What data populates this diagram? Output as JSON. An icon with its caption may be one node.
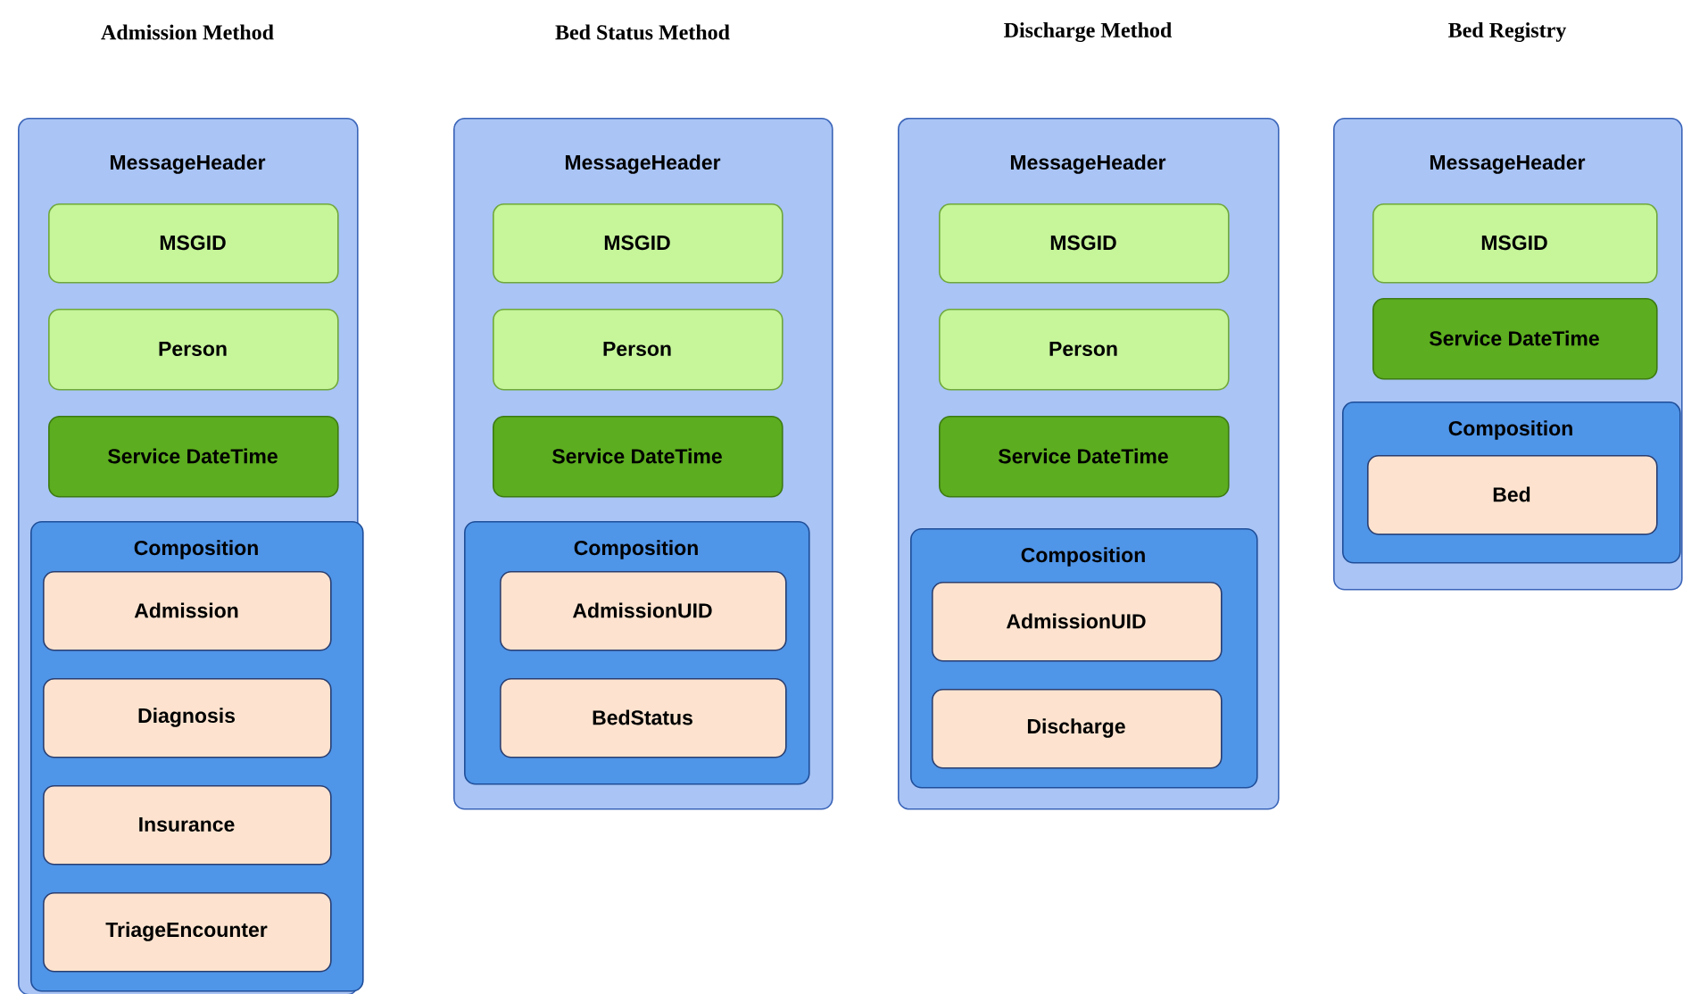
{
  "diagram": {
    "nodes": [
      {
        "text": [
          "Admission Method",
          "MessageHeader"
        ]
      },
      {
        "text": [
          "MSGID"
        ],
        "in": 0
      },
      {
        "text": [
          "Person"
        ],
        "in": 0
      },
      {
        "text": [
          "Service DateTime"
        ],
        "in": 0
      },
      {
        "text": [
          "Composition"
        ],
        "in": 0
      },
      {
        "text": [
          "Admission"
        ],
        "in": 4
      },
      {
        "text": [
          "Diagnosis"
        ],
        "in": 4
      },
      {
        "text": [
          "Insurance"
        ],
        "in": 4
      },
      {
        "text": [
          "TriageEncounter"
        ],
        "in": 4
      },
      {
        "text": [
          "Bed Status Method",
          "MessageHeader"
        ]
      },
      {
        "text": [
          "MSGID"
        ],
        "in": 9
      },
      {
        "text": [
          "Person"
        ],
        "in": 9
      },
      {
        "text": [
          "Service DateTime"
        ],
        "in": 9
      },
      {
        "text": [
          "Composition"
        ],
        "in": 9
      },
      {
        "text": [
          "AdmissionUID"
        ],
        "in": 13
      },
      {
        "text": [
          "BedStatus"
        ],
        "in": 13
      },
      {
        "text": [
          "Discharge Method",
          "MessageHeader"
        ]
      },
      {
        "text": [
          "MSGID"
        ],
        "in": 16
      },
      {
        "text": [
          "Person"
        ],
        "in": 16
      },
      {
        "text": [
          "Service DateTime"
        ],
        "in": 16
      },
      {
        "text": [
          "Composition"
        ],
        "in": 16
      },
      {
        "text": [
          "AdmissionUID"
        ],
        "in": 20
      },
      {
        "text": [
          "Discharge"
        ],
        "in": 20
      },
      {
        "text": [
          "Bed Registry",
          "MessageHeader"
        ]
      },
      {
        "text": [
          "MSGID"
        ],
        "in": 23
      },
      {
        "text": [
          "Service DateTime"
        ],
        "in": 23
      },
      {
        "text": [
          "Composition"
        ],
        "in": 23
      },
      {
        "text": [
          "Bed"
        ],
        "in": 26
      }
    ]
  }
}
